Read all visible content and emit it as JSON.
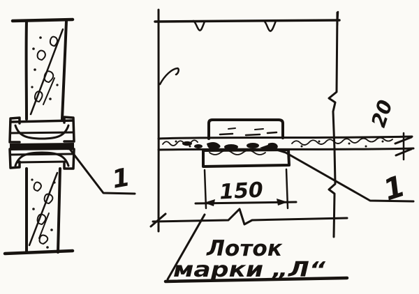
{
  "drawing": {
    "type": "construction-detail-sketch",
    "palette": {
      "paper": "#fbfaf6",
      "ink": "#171310"
    },
    "section_view": {
      "description": "wall section with tray clamp",
      "callout": "1"
    },
    "plan_view": {
      "callout": "1",
      "width_dim": "150",
      "height_dim": "20",
      "note_line1": "Лоток",
      "note_line2": "марки „Л“"
    }
  }
}
